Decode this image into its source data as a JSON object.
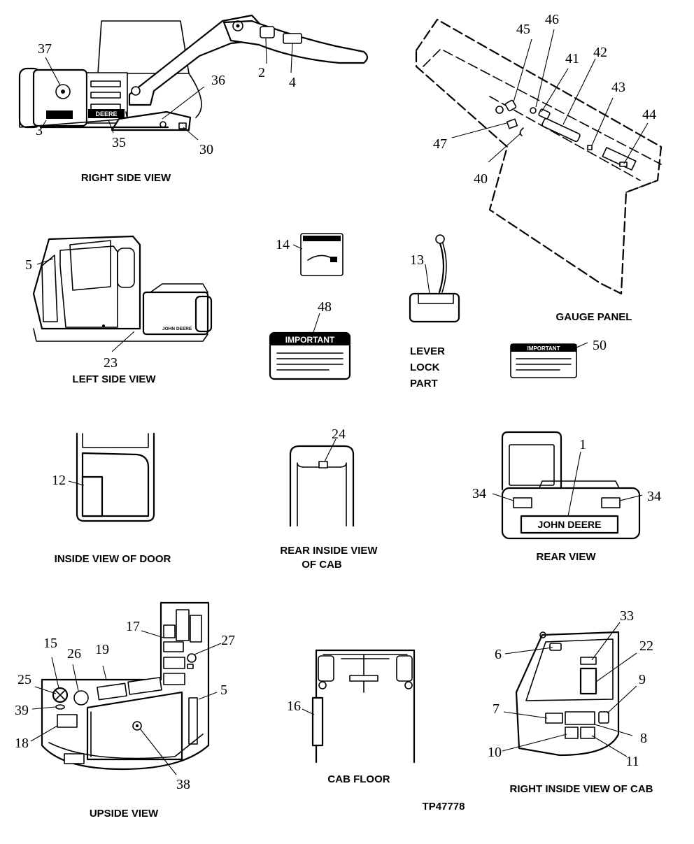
{
  "views": {
    "right_side": "RIGHT SIDE VIEW",
    "gauge_panel": "GAUGE PANEL",
    "left_side": "LEFT SIDE VIEW",
    "lever_lock_1": "LEVER",
    "lever_lock_2": "LOCK",
    "lever_lock_3": "PART",
    "inside_door": "INSIDE VIEW OF DOOR",
    "rear_inside_1": "REAR INSIDE VIEW",
    "rear_inside_2": "OF CAB",
    "rear": "REAR VIEW",
    "upside": "UPSIDE VIEW",
    "cab_floor": "CAB FLOOR",
    "right_inside_cab": "RIGHT INSIDE VIEW OF CAB"
  },
  "figure_id": "TP47778",
  "decal_text": {
    "important": "IMPORTANT",
    "john_deere": "JOHN DEERE",
    "deere": "DEERE"
  },
  "callouts": {
    "c1": "1",
    "c2": "2",
    "c3": "3",
    "c4": "4",
    "c5": "5",
    "c6": "6",
    "c7": "7",
    "c8": "8",
    "c9": "9",
    "c10": "10",
    "c11": "11",
    "c12": "12",
    "c13": "13",
    "c14": "14",
    "c15": "15",
    "c16": "16",
    "c17": "17",
    "c18": "18",
    "c19": "19",
    "c22": "22",
    "c23": "23",
    "c24": "24",
    "c25": "25",
    "c26": "26",
    "c27": "27",
    "c30": "30",
    "c33": "33",
    "c34": "34",
    "c35": "35",
    "c36": "36",
    "c37": "37",
    "c38": "38",
    "c39": "39",
    "c40": "40",
    "c41": "41",
    "c42": "42",
    "c43": "43",
    "c44": "44",
    "c45": "45",
    "c46": "46",
    "c47": "47",
    "c48": "48",
    "c50": "50"
  }
}
